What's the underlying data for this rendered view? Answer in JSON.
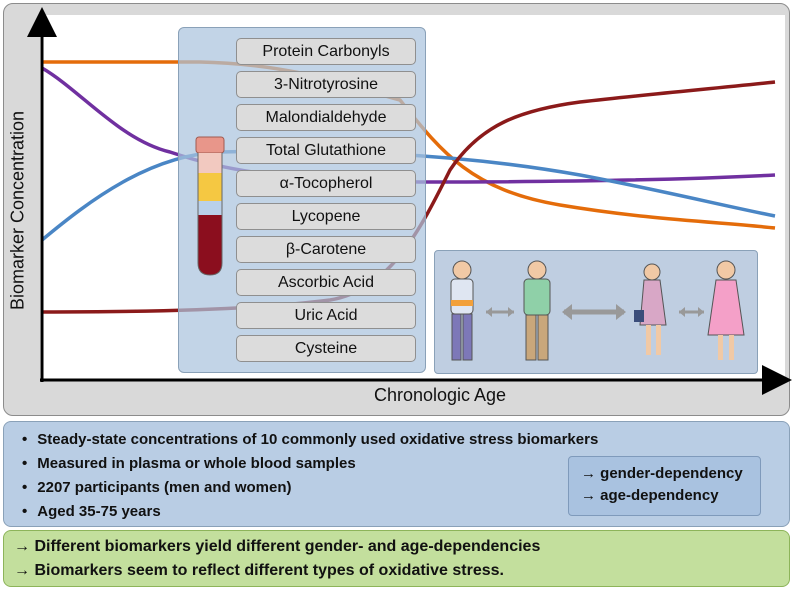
{
  "axes": {
    "y_label": "Biomarker Concentration",
    "x_label": "Chronologic Age"
  },
  "biomarkers": [
    "Protein Carbonyls",
    "3-Nitrotyrosine",
    "Malondialdehyde",
    "Total Glutathione",
    "α-Tocopherol",
    "Lycopene",
    "β-Carotene",
    "Ascorbic Acid",
    "Uric Acid",
    "Cysteine"
  ],
  "curve_colors": {
    "orange": "#e46c0a",
    "purple": "#7030a0",
    "blue": "#4a86c5",
    "darkred": "#8b1a1a"
  },
  "info": {
    "bullets": [
      "Steady-state concentrations of 10 commonly used oxidative stress biomarkers",
      "Measured in plasma or whole blood samples",
      "2207 participants (men and women)",
      "Aged 35-75 years"
    ],
    "dependencies": [
      "→ gender-dependency",
      "→ age-dependency"
    ]
  },
  "conclusions": [
    "→  Different biomarkers yield different gender- and age-dependencies",
    "→  Biomarkers seem to reflect different types of oxidative stress."
  ]
}
